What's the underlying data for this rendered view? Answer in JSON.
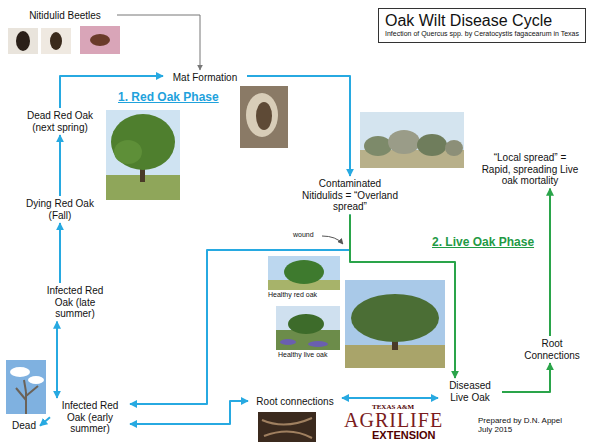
{
  "diagram": {
    "title": "Oak Wilt Disease Cycle",
    "nodes": [
      {
        "text": [
          "Nitidulid Beetles"
        ]
      },
      {
        "text": [
          "Mat Formation"
        ]
      },
      {
        "text": [
          "Dead Red Oak (next spring)"
        ]
      },
      {
        "text": [
          "Contaminated Nitidulids = “Overland spread”"
        ]
      },
      {
        "text": [
          "Dying Red Oak (Fall)"
        ]
      },
      {
        "text": [
          "“Local spread” = Rapid, spreading Live oak mortality"
        ]
      },
      {
        "text": [
          "Infected Red Oak (late summer)"
        ]
      },
      {
        "text": [
          "Root Connections"
        ]
      },
      {
        "text": [
          "Diseased Live Oak"
        ]
      },
      {
        "text": [
          "Dead"
        ]
      },
      {
        "text": [
          "Infected Red Oak (early summer)"
        ]
      },
      {
        "text": [
          "Root connections"
        ]
      }
    ],
    "edges": [
      {
        "from": 0,
        "to": 1,
        "arrow": "to"
      },
      {
        "from": 2,
        "to": 1,
        "arrow": "to"
      },
      {
        "from": 1,
        "to": 3,
        "arrow": "to"
      },
      {
        "from": 3,
        "to": 10,
        "arrow": "to"
      },
      {
        "from": 3,
        "to": 8,
        "arrow": "to"
      },
      {
        "from": 6,
        "to": 4,
        "arrow": "to"
      },
      {
        "from": 4,
        "to": 2,
        "arrow": "to"
      },
      {
        "from": 10,
        "to": 6,
        "arrow": "both"
      },
      {
        "from": 10,
        "to": 9,
        "arrow": "to"
      },
      {
        "from": 10,
        "to": 11,
        "arrow": "both"
      },
      {
        "from": 11,
        "to": 8,
        "arrow": "both"
      },
      {
        "from": 8,
        "to": 7,
        "arrow": "to"
      },
      {
        "from": 7,
        "to": 5,
        "arrow": "to"
      }
    ],
    "labels": [
      "Infection of Quercus spp. by Ceratocystis fagacearum in Texas",
      "1. Red Oak Phase",
      "wound",
      "2. Live Oak Phase",
      "Healthy red oak",
      "Healthy live oak",
      "TEXAS A&M",
      "AGRILIFE",
      "EXTENSION",
      "Prepared by D.N. Appel July 2015"
    ]
  }
}
